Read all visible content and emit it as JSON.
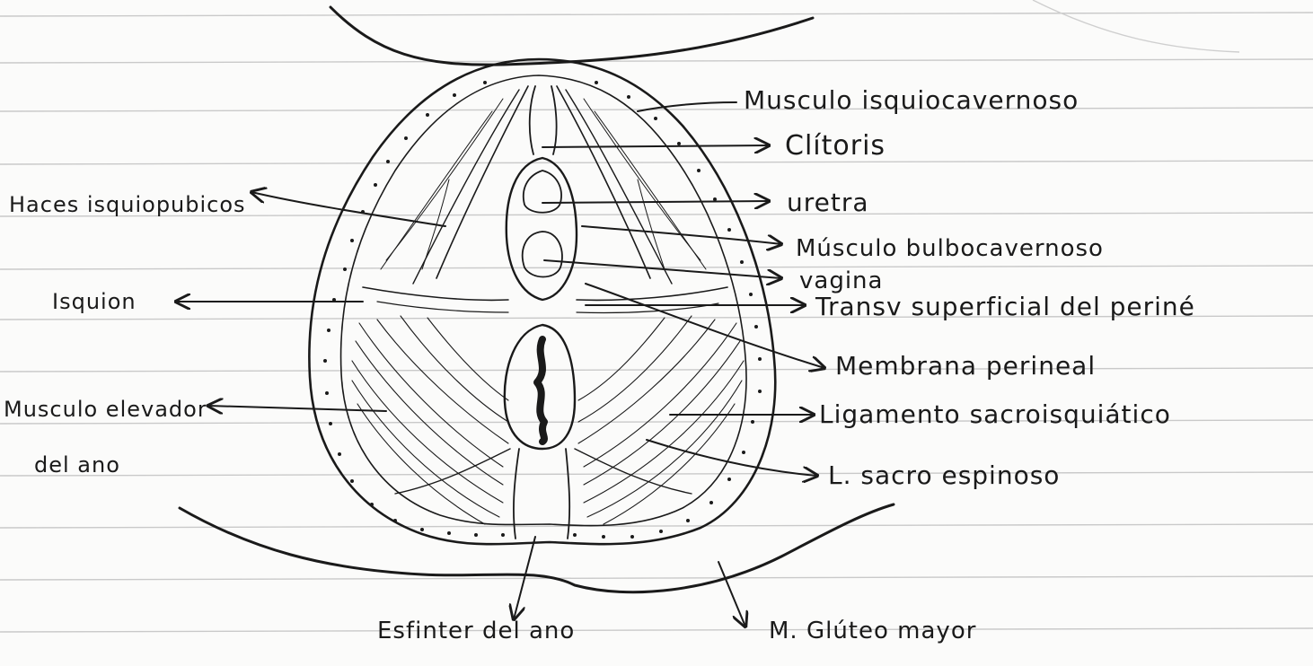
{
  "labels": {
    "isquiocavernoso": "Musculo isquiocavernoso",
    "clitoris": "Clítoris",
    "uretra": "uretra",
    "bulbocavernoso": "Músculo bulbocavernoso",
    "vagina": "vagina",
    "transverso": "Transv superficial del periné",
    "membrana": "Membrana perineal",
    "sacrociatico": "Ligamento sacroisquiático",
    "sacroespinoso": "L. sacro espinoso",
    "haces": "Haces isquiopubicos",
    "isquion": "Isquion",
    "elevador_1": "Musculo elevador",
    "elevador_2": "del ano",
    "esfinter": "Esfinter del ano",
    "gluteo": "M. Glúteo mayor"
  },
  "colors": {
    "ink": "#1a1a1a",
    "paper": "#fbfbfa",
    "ruling": "#c9c9c9"
  }
}
